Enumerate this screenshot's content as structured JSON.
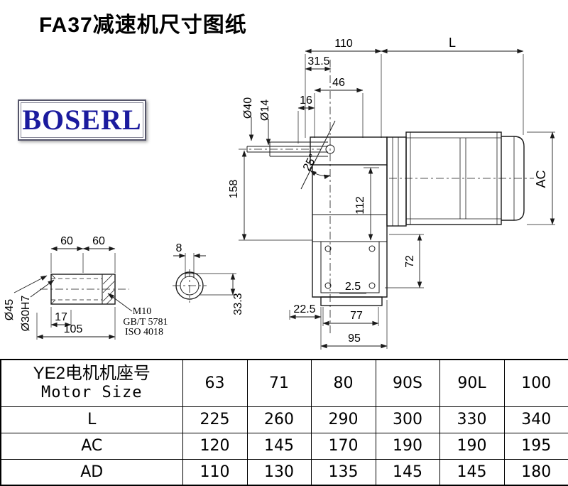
{
  "page": {
    "title": "FA37减速机尺寸图纸"
  },
  "logo": {
    "text": "BOSERL"
  },
  "colors": {
    "logo_text": "#1b1b9e",
    "drawing_line": "#1a1a1a"
  },
  "drawing": {
    "dims": {
      "d110": "110",
      "dL": "L",
      "d31_5": "31.5",
      "d46": "46",
      "d16": "16",
      "dia40": "Ø40",
      "dia14": "Ø14",
      "ang25": "25°",
      "d158": "158",
      "d112": "112",
      "dAC": "AC",
      "d72": "72",
      "d2_5": "2.5",
      "d22_5": "22.5",
      "d77": "77",
      "d95": "95",
      "d60a": "60",
      "d60b": "60",
      "d8": "8",
      "dia45": "Ø45",
      "dia30h7": "Ø30H7",
      "d17": "17",
      "d105": "105",
      "m10": "M10",
      "gb": "GB/T 5781",
      "iso": "ISO 4018",
      "d33_3": "33.3"
    }
  },
  "table": {
    "header": {
      "line1": "YE2电机机座号",
      "line2": "Motor Size"
    },
    "columns": [
      "63",
      "71",
      "80",
      "90S",
      "90L",
      "100"
    ],
    "rows": [
      {
        "label": "L",
        "values": [
          "225",
          "260",
          "290",
          "300",
          "330",
          "340"
        ]
      },
      {
        "label": "AC",
        "values": [
          "120",
          "145",
          "170",
          "190",
          "190",
          "195"
        ]
      },
      {
        "label": "AD",
        "values": [
          "110",
          "130",
          "135",
          "145",
          "145",
          "180"
        ]
      }
    ]
  }
}
